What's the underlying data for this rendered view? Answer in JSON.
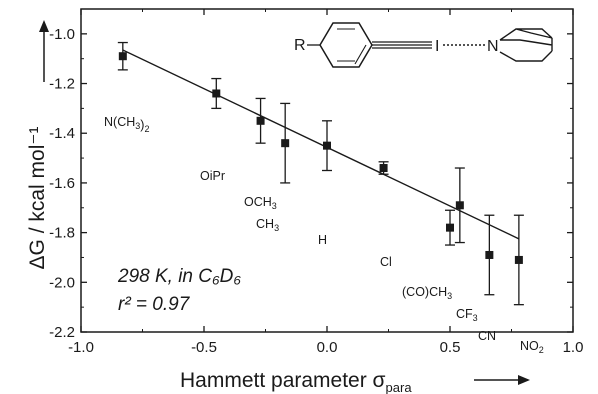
{
  "chart_data": {
    "type": "scatter",
    "xlabel": "Hammett parameter σ",
    "xlabel_sub": "para",
    "ylabel": "ΔG / kcal mol⁻¹",
    "xlim": [
      -1.0,
      1.0
    ],
    "ylim": [
      -2.2,
      -0.9
    ],
    "xticks": [
      "-1.0",
      "-0.5",
      "0.0",
      "0.5",
      "1.0"
    ],
    "yticks": [
      "-1.0",
      "-1.2",
      "-1.4",
      "-1.6",
      "-1.8",
      "-2.0",
      "-2.2"
    ],
    "grid": false,
    "points": [
      {
        "label": "N(CH₃)₂",
        "x": -0.83,
        "y": -1.09,
        "err": 0.055
      },
      {
        "label": "O<i>i</i>Pr",
        "x": -0.45,
        "y": -1.24,
        "err": 0.06
      },
      {
        "label": "OCH₃",
        "x": -0.27,
        "y": -1.35,
        "err": 0.09
      },
      {
        "label": "CH₃",
        "x": -0.17,
        "y": -1.44,
        "err": 0.16
      },
      {
        "label": "H",
        "x": 0.0,
        "y": -1.45,
        "err": 0.1
      },
      {
        "label": "Cl",
        "x": 0.23,
        "y": -1.54,
        "err": 0.025
      },
      {
        "label": "(CO)CH₃",
        "x": 0.5,
        "y": -1.78,
        "err": 0.07
      },
      {
        "label": "CF₃",
        "x": 0.54,
        "y": -1.69,
        "err": 0.15
      },
      {
        "label": "CN",
        "x": 0.66,
        "y": -1.89,
        "err": 0.16
      },
      {
        "label": "NO₂",
        "x": 0.78,
        "y": -1.91,
        "err": 0.18
      }
    ],
    "fit_line": {
      "x": [
        -0.83,
        0.78
      ],
      "y": [
        -1.065,
        -1.825
      ]
    },
    "annotation_conditions": "298 K, in C₆D₆",
    "annotation_r2": "r² = 0.97"
  },
  "structure": {
    "substituent": "R",
    "halogen": "I",
    "nitrogen": "N"
  }
}
